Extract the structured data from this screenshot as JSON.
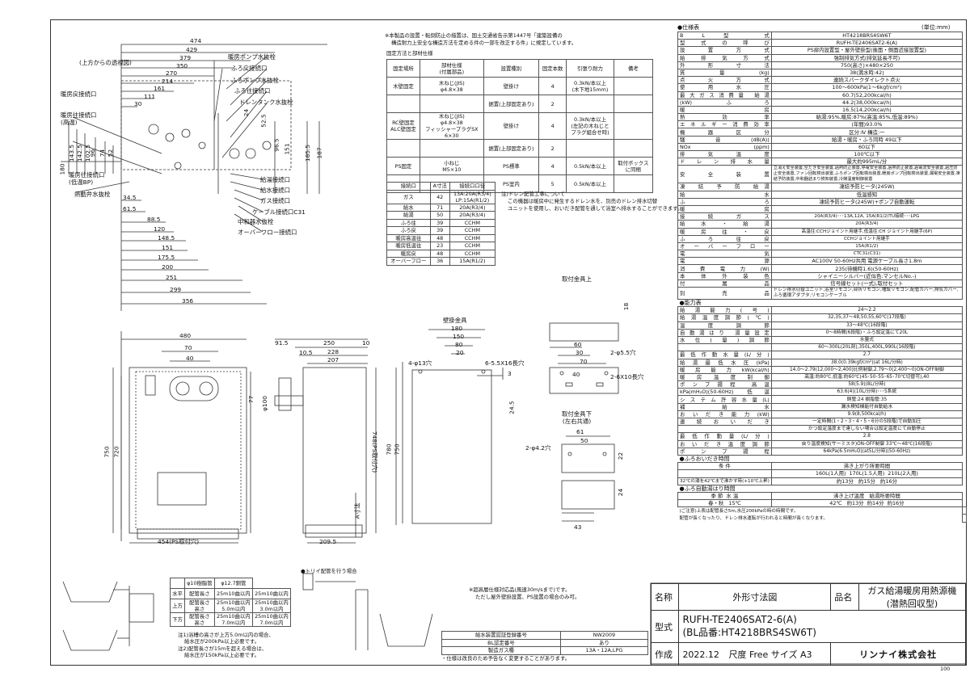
{
  "title_block": {
    "name_label": "名称",
    "name_value": "外形寸法図",
    "product_label": "品名",
    "product_value_1": "ガス給湯暖房用熱源機",
    "product_value_2": "(潜熱回収型)",
    "model_label": "型式",
    "model_value_1": "RUFH-TE2406SAT2-6(A)",
    "model_value_2": "(BL品番:HT4218BRS4SW6T)",
    "made_label": "作成",
    "made_value": "2022.12",
    "scale_label": "尺度",
    "scale_value": "Free",
    "size_label": "サイズ",
    "size_value": "A3",
    "company": "リンナイ株式会社",
    "page_no": "100"
  },
  "notes_top": {
    "note1": "※本製品の設置・転倒防止の措置は、国土交通省告示第1447号「建築設備の",
    "note2": "構造耐力上安全な構造方法を定める件の一部を改正する件」に規定しています。",
    "mount_title": "固定方法と部材仕様",
    "units": "(単位:mm)"
  },
  "mount_table": {
    "headers": [
      "固定場所",
      "部材仕様\n(付属部品)",
      "設置種別",
      "固定本数",
      "引張り耐力",
      "備考"
    ],
    "rows": [
      [
        "木壁固定",
        "木ねじ(JIS)\nφ4.8×38",
        "壁掛け",
        "4",
        "0.3kN/本以上\n(木下地15mm)",
        ""
      ],
      [
        "",
        "",
        "据置(上部固定あり)",
        "2",
        "",
        ""
      ],
      [
        "RC壁固定\nALC壁固定",
        "木ねじ(JIS)\nφ4.8×38\nフィッシャープラグSX\n6×30",
        "壁掛け",
        "4",
        "0.3kN/本以上\n(左記の木ねじと\nプラグ組合せ時)",
        ""
      ],
      [
        "",
        "",
        "据置(上部固定あり)",
        "2",
        "",
        ""
      ],
      [
        "PS固定",
        "小ねじ\nM5×10",
        "PS標準",
        "4",
        "0.5kN/本以上",
        "取付ボックス\nに同梱"
      ],
      [
        "",
        "",
        "PS室内",
        "5",
        "0.5kN/本以上",
        ""
      ]
    ]
  },
  "conn_table": {
    "headers": [
      "接続口",
      "A寸法",
      "接続口口径"
    ],
    "rows": [
      [
        "ガス",
        "42",
        "13A:20A(R3/4)\nLP:15A(R1/2)"
      ],
      [
        "給水",
        "71",
        "20A(R3/4)"
      ],
      [
        "給湯",
        "50",
        "20A(R3/4)"
      ],
      [
        "ふろ往",
        "39",
        "CCHM"
      ],
      [
        "ふろ戻",
        "39",
        "CCHM"
      ],
      [
        "暖房高温往",
        "48",
        "CCHM"
      ],
      [
        "暖房低温往",
        "23",
        "CCHM"
      ],
      [
        "暖房戻",
        "48",
        "CCHM"
      ],
      [
        "オーバーフロー",
        "36",
        "15A(R1/2)"
      ]
    ],
    "drain_note1": "注)ドレン配管工事について",
    "drain_note2": "この機器は暖房中に発生するドレン水を、別売のドレン排水切替",
    "drain_note3": "ユニットを使用し、おいだき配管を通して浴室へ排水することができます。"
  },
  "top_view": {
    "title": "(上方からの透視図)",
    "dims_top": [
      "474",
      "429",
      "379",
      "350",
      "270",
      "214",
      "161",
      "111",
      "30"
    ],
    "dims_left": [
      "180",
      "143.5",
      "142.5",
      "102.5",
      "96",
      "74",
      "52"
    ],
    "dims_mid": [
      "24",
      "52.5",
      "96.5",
      "151",
      "185.5",
      "187"
    ],
    "dims_bottom": [
      "34.5",
      "61.5",
      "88.5",
      "120",
      "148.5",
      "151",
      "175.5",
      "200",
      "251",
      "299",
      "356"
    ],
    "labels_right": [
      "暖房ポンプ水抜栓",
      "ふろ戻接続口",
      "ふろポンプ水抜栓",
      "ふろ往接続口",
      "ドレンタンク水抜栓",
      "給湯接続口",
      "給水接続口",
      "ガス接続口",
      "ケーブル接続口C31",
      "中和器水抜栓",
      "オーバーフロー接続口"
    ],
    "labels_left": [
      "暖房戻接続口",
      "暖房往接続口\n(高温)",
      "暖房往接続口\n(低温BP)",
      "熱動弁水抜栓"
    ]
  },
  "front_view": {
    "dims": [
      "480",
      "70",
      "40",
      "750",
      "720",
      "454(PS取付穴)",
      "φ100",
      "77"
    ]
  },
  "side_view": {
    "dims": [
      "91.5",
      "250",
      "10",
      "10.5",
      "228",
      "207",
      "748(PS取付穴)",
      "209.5",
      "A寸法"
    ]
  },
  "bracket": {
    "wall_title": "壁掛金具",
    "dims": [
      "180",
      "150",
      "80",
      "20",
      "4-φ13穴",
      "6-5.5X16長穴",
      "780",
      "750",
      "24.5",
      "3"
    ],
    "top_title": "取付金具上",
    "top_dims": [
      "60",
      "30",
      "70",
      "18",
      "2-φ5.5穴",
      "40",
      "2-6X10長穴"
    ],
    "bottom_title": "取付金具下\n(左右共通)",
    "bottom_dims": [
      "61",
      "50",
      "2-φ4.2穴",
      "22",
      "24",
      "43"
    ]
  },
  "pipe_table": {
    "headers": [
      "",
      "φ10樹脂管",
      "φ12.7銅管"
    ],
    "rows": [
      [
        "",
        "配管長さ",
        "25m10曲以内",
        "25m10曲以内"
      ],
      [
        "上方",
        "配管長さ\n高さ",
        "25m10曲以内\n5.0m以内",
        "25m10曲以内\n3.0m以内"
      ],
      [
        "",
        "配管長さ\n高さ",
        "25m10曲以内\n7.0m以内",
        "25m10曲以内\n7.0m以内"
      ]
    ],
    "labels": [
      "水平",
      "上方",
      "下方"
    ],
    "note1": "注1)浴槽の高さが上方5.0m以内の場合、",
    "note1b": "給水圧が200kPa以上必要です。",
    "note2": "注2)配管長さが15mを超える場合は、",
    "note2b": "給水圧が150kPa以上必要です。",
    "trap_title": "●トリイ配管を行う場合"
  },
  "bottom_notes": {
    "wind": "※超高層仕様対応品(風速30m/sまで)です。",
    "wind2": "ただし屋外壁掛設置、PS設置の場合のみ可。",
    "cert_rows": [
      [
        "給水装置認証登録番号",
        "NW2009"
      ],
      [
        "BL認定番号",
        "あり"
      ],
      [
        "製造ガス種",
        "13A・12A,LPG"
      ]
    ],
    "cert_note": "・仕様は改良のため予告なく変更することがあります。"
  },
  "spec": {
    "title": "●仕様表",
    "units": "(単位:mm)",
    "rows": [
      [
        "B L 型 式",
        "HT4218BRS4SW6T"
      ],
      [
        "型 式 の 呼 び",
        "RUFH-TE2406SAT2-6(A)"
      ],
      [
        "設 置 方 式",
        "PS扉内設置型・屋外壁掛型(後面・側面近接設置型)"
      ],
      [
        "給 排 気 方 式",
        "強制排気方式(排気延長不可)"
      ],
      [
        "外 形 寸 法",
        "750(高さ)×480×250"
      ],
      [
        "質 量 (kg)",
        "38(満水時:42)"
      ],
      [
        "点 火 方 式",
        "連続スパークダイレクト点火"
      ],
      [
        "使 用 水 圧",
        "100～600kPa(1～6kgf/cm²)"
      ],
      [
        "最大ガス消費量 給湯",
        "60.7(52,200kcal/h)"
      ],
      [
        "(kW) ふろ",
        "44.2(38,000kcal/h)"
      ],
      [
        "暖房",
        "16.5(14,200kcal/h)"
      ],
      [
        "熱 効 率",
        "給湯:95%,暖房:87%(高温:85%,低温:89%)"
      ],
      [
        "エネルギー消費効率",
        "(年間)93.0%"
      ],
      [
        "機 器 区 分",
        "区分:Ⅳ 構造:一"
      ],
      [
        "騒 音 (dB(A))",
        "給湯・暖房・ふろ同時 49以下"
      ],
      [
        "NOx (ppm)",
        "60以下"
      ],
      [
        "排 気 温 度",
        "100℃以下"
      ],
      [
        "ド レ ン 排 水 量",
        "最大約995mL/分"
      ]
    ],
    "safety_label": "安 全 装 置",
    "safety_text": "立消え安全装置,空だき安全装置,過熱防止装置,停電安全装置,過熱防止装置,過電流安全装置,過圧防止安全装置,ファン回転検出装置,ふろポンプ回転検出装置,暖房ポンプ回転検出装置,漏電安全装置,凍結予防装置,中和器詰まり検知装置,冷媒温度制御装置",
    "freeze_label": "凍 結 予 防",
    "freeze_rows": [
      [
        "給湯",
        "凍結予防ヒータ(245W)"
      ],
      [
        "給水",
        "低温感知"
      ],
      [
        "ふろ",
        "凍結予防ヒータ(245W)+ポンプ自動運転"
      ],
      [
        "暖房",
        ""
      ]
    ],
    "conn_label": "接 続",
    "conn_rows": [
      [
        "ガ ス",
        "20A(R3/4)･･･13A,12A, 15A(R1/2)TU接続･･･LPG"
      ],
      [
        "給水・給湯",
        "20A(R3/4)"
      ],
      [
        "暖房往・戻",
        "高温往:CCHジョイント用継手,低温往:CH ジョイント用継手(6P)"
      ],
      [
        "ふろ往戻",
        "CCHジョイント用継手"
      ],
      [
        "オーバーフロー",
        "15A(R1/2)"
      ],
      [
        "電 気",
        "CTC31(C31)"
      ]
    ],
    "power_rows": [
      [
        "電 源",
        "AC100V 50-60Hz共用 電源ケーブル長さ1.8m"
      ],
      [
        "消 費 電 力 (W)",
        "235(待機時1.6)(50-60Hz)"
      ],
      [
        "本 体 外 装 色",
        "シャイニーシルバー(近似色:マンセルNo.-)"
      ],
      [
        "付 属 品",
        "信号線セット(一式),取付セット"
      ]
    ],
    "option_label": "別 売 品",
    "option_text": "ドレン排水切替ユニット,浴室リモコン,台所リモコン,増設リモコン,配管カバー,排気カバー,ふろ循環アダプタ,リモコンケーブル",
    "perf_title": "●能力表",
    "perf_rows": [
      [
        "給湯能力(号)",
        "24～2.2"
      ],
      [
        "給湯温度調節(℃)",
        "32,35,37～48,50,55,60℃(17段階)"
      ],
      [
        "温度調節",
        "33～48℃(16段階)"
      ],
      [
        "自動湯はり 湯量設定",
        "0～8時間(6段階)・ふろ設定温にて20L"
      ],
      [
        "水位(量)調節",
        "水量式"
      ],
      [
        "",
        "60～300L(20L刻),350L,400L,990L(16段階)"
      ],
      [
        "最低作動水量(L/分)",
        "2.7"
      ],
      [
        "給湯最低水圧(kPa)",
        "38.0(0.39kgf/cm²)(at 16L/分時)"
      ],
      [
        "暖房能力kW(kcal/h)",
        "14.0～2.79(12,000～2,400)比例制御,2.79～0(2,400～0)ON-OFF制御"
      ],
      [
        "暖房温度制御",
        "高温:約80℃,低温:約60℃(45･50･55･65･70℃切替可),40"
      ],
      [
        "ポンプ揚程 高温",
        "58(5.9)(8L/分時)"
      ],
      [
        "kPa(mH₂O)(50-60Hz) 低温",
        "63.6(4)(10L/分時)･･･5系統"
      ],
      [
        "システム許容水量(L)",
        "銅管:24 樹脂管:35"
      ],
      [
        "補 給 水",
        "漏水検知機能付自動給水"
      ],
      [
        "おいだき能力(kW)",
        "9.9(8,500kcal/h)"
      ],
      [
        "連続おいだき",
        "一定時間(1・2・3・4・5・6分の5段階)で自動加圧"
      ],
      [
        "",
        "かつ設定温度まで達しない場合は設定温度にて自動停止"
      ],
      [
        "最低作動量(L/分)",
        "2.8"
      ],
      [
        "おいだき温度調節",
        "戻り温度検知(サーミスタ)ON-OFF制御 33℃～48℃(16段階)"
      ],
      [
        "ポンプ揚程",
        "64kPa(6.5mH₂O)(at5L/分時)(50-60Hz)"
      ]
    ],
    "oidaki_title": "●ふろおいだき時間",
    "oidaki_headers": [
      "条 件",
      "沸き上がり所要時間"
    ],
    "oidaki_sub": [
      "160L(1人用)",
      "170L(1.5人用)",
      "210L(2人用)"
    ],
    "oidaki_row": [
      "32℃の湯を42℃まで沸かす時(+10℃上昇)",
      "約13分",
      "約15分",
      "約16分"
    ],
    "auto_title": "●ふろ自動湯はり時間",
    "auto_headers": [
      "季 節",
      "水 温",
      "沸き上げ温度",
      "給湯所要時間"
    ],
    "auto_row": [
      "春・秋",
      "15℃",
      "42℃",
      "約13分",
      "約14分",
      "約16分"
    ],
    "foot1": "(ご注意)上表は配管長さ5m,水圧200kPaの時の時間です。",
    "foot2": "配管が長くなったり、ドレン排水運転が行われると時間が長くなります。"
  }
}
